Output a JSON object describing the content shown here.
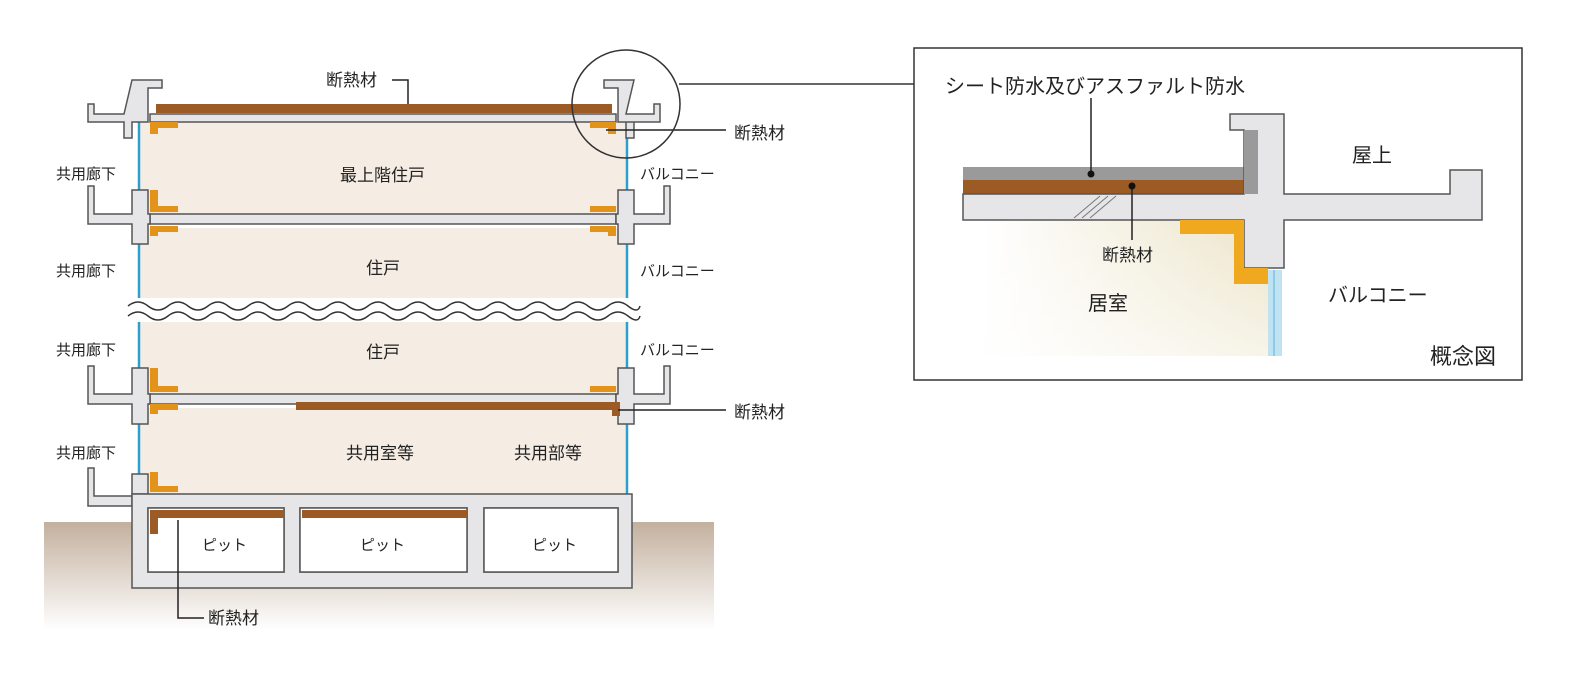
{
  "labels": {
    "insulation": "断熱材",
    "top_unit": "最上階住戸",
    "unit": "住戸",
    "corridor": "共用廊下",
    "balcony": "バルコニー",
    "common_room": "共用室等",
    "common_area": "共用部等",
    "pit": "ピット"
  },
  "detail": {
    "waterproof": "シート防水及びアスファルト防水",
    "roof": "屋上",
    "insulation": "断熱材",
    "room": "居室",
    "balcony": "バルコニー",
    "caption": "概念図"
  },
  "colors": {
    "concrete_fill": "#e6e6e8",
    "concrete_stroke": "#555555",
    "insulation_brown": "#9c5a25",
    "insulation_orange": "#e3921a",
    "room_fill": "#f5ede3",
    "glass": "#2aa0d0",
    "ground": "#c9b8a6",
    "waterproof_gray": "#9a9a9a"
  }
}
